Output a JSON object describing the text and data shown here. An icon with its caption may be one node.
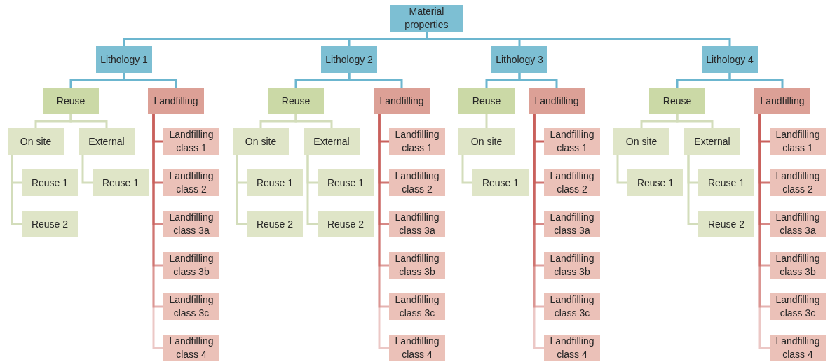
{
  "diagram": {
    "nodes": [
      {
        "text": [
          "Material properties"
        ]
      },
      {
        "text": [
          "Lithology 1"
        ]
      },
      {
        "text": [
          "Lithology 2"
        ]
      },
      {
        "text": [
          "Lithology 3"
        ]
      },
      {
        "text": [
          "Lithology 4"
        ]
      },
      {
        "text": [
          "Reuse"
        ]
      },
      {
        "text": [
          "Landfilling"
        ]
      },
      {
        "text": [
          "On site"
        ]
      },
      {
        "text": [
          "External"
        ]
      },
      {
        "text": [
          "Reuse 1"
        ]
      },
      {
        "text": [
          "Reuse 2"
        ]
      },
      {
        "text": [
          "Reuse 1"
        ]
      },
      {
        "text": [
          "Landfilling class 1"
        ]
      },
      {
        "text": [
          "Landfilling class 2"
        ]
      },
      {
        "text": [
          "Landfilling class 3a"
        ]
      },
      {
        "text": [
          "Landfilling class 3b"
        ]
      },
      {
        "text": [
          "Landfilling class 3c"
        ]
      },
      {
        "text": [
          "Landfilling class 4"
        ]
      },
      {
        "text": [
          "Reuse"
        ]
      },
      {
        "text": [
          "Landfilling"
        ]
      },
      {
        "text": [
          "On site"
        ]
      },
      {
        "text": [
          "External"
        ]
      },
      {
        "text": [
          "Reuse 1"
        ]
      },
      {
        "text": [
          "Reuse 2"
        ]
      },
      {
        "text": [
          "Reuse 1"
        ]
      },
      {
        "text": [
          "Reuse 2"
        ]
      },
      {
        "text": [
          "Landfilling class 1"
        ]
      },
      {
        "text": [
          "Landfilling class 2"
        ]
      },
      {
        "text": [
          "Landfilling class 3a"
        ]
      },
      {
        "text": [
          "Landfilling class 3b"
        ]
      },
      {
        "text": [
          "Landfilling class 3c"
        ]
      },
      {
        "text": [
          "Landfilling class 4"
        ]
      },
      {
        "text": [
          "Reuse"
        ]
      },
      {
        "text": [
          "Landfilling"
        ]
      },
      {
        "text": [
          "On site"
        ]
      },
      {
        "text": [
          "Reuse 1"
        ]
      },
      {
        "text": [
          "Landfilling class 1"
        ]
      },
      {
        "text": [
          "Landfilling class 2"
        ]
      },
      {
        "text": [
          "Landfilling class 3a"
        ]
      },
      {
        "text": [
          "Landfilling class 3b"
        ]
      },
      {
        "text": [
          "Landfilling class 3c"
        ]
      },
      {
        "text": [
          "Landfilling class 4"
        ]
      },
      {
        "text": [
          "Reuse"
        ]
      },
      {
        "text": [
          "Landfilling"
        ]
      },
      {
        "text": [
          "On site"
        ]
      },
      {
        "text": [
          "External"
        ]
      },
      {
        "text": [
          "Reuse 1"
        ]
      },
      {
        "text": [
          "Reuse 1"
        ]
      },
      {
        "text": [
          "Reuse 2"
        ]
      },
      {
        "text": [
          "Landfilling class 1"
        ]
      },
      {
        "text": [
          "Landfilling class 2"
        ]
      },
      {
        "text": [
          "Landfilling class 3a"
        ]
      },
      {
        "text": [
          "Landfilling class 3b"
        ]
      },
      {
        "text": [
          "Landfilling class 3c"
        ]
      },
      {
        "text": [
          "Landfilling class 4"
        ]
      }
    ],
    "edges": [
      {
        "from": 0,
        "to": 1,
        "arrow": "none",
        "color": "#6cb6cf"
      },
      {
        "from": 0,
        "to": 2,
        "arrow": "none",
        "color": "#6cb6cf"
      },
      {
        "from": 0,
        "to": 3,
        "arrow": "none",
        "color": "#6cb6cf"
      },
      {
        "from": 0,
        "to": 4,
        "arrow": "none",
        "color": "#6cb6cf"
      },
      {
        "from": 1,
        "to": 5,
        "arrow": "none",
        "color": "#6cb6cf"
      },
      {
        "from": 1,
        "to": 6,
        "arrow": "none",
        "color": "#6cb6cf"
      },
      {
        "from": 5,
        "to": 7,
        "arrow": "none",
        "color": "#d3ddbb"
      },
      {
        "from": 5,
        "to": 8,
        "arrow": "none",
        "color": "#d3ddbb"
      },
      {
        "from": 7,
        "to": 9,
        "arrow": "none",
        "color": "#d3ddbb"
      },
      {
        "from": 7,
        "to": 10,
        "arrow": "none",
        "color": "#d3ddbb"
      },
      {
        "from": 8,
        "to": 11,
        "arrow": "none",
        "color": "#d3ddbb"
      },
      {
        "from": 6,
        "to": 12,
        "arrow": "none"
      },
      {
        "from": 6,
        "to": 13,
        "arrow": "none"
      },
      {
        "from": 6,
        "to": 14,
        "arrow": "none"
      },
      {
        "from": 6,
        "to": 15,
        "arrow": "none"
      },
      {
        "from": 6,
        "to": 16,
        "arrow": "none"
      },
      {
        "from": 6,
        "to": 17,
        "arrow": "none"
      },
      {
        "from": 2,
        "to": 18,
        "arrow": "none",
        "color": "#6cb6cf"
      },
      {
        "from": 2,
        "to": 19,
        "arrow": "none",
        "color": "#6cb6cf"
      },
      {
        "from": 18,
        "to": 20,
        "arrow": "none",
        "color": "#d3ddbb"
      },
      {
        "from": 18,
        "to": 21,
        "arrow": "none",
        "color": "#d3ddbb"
      },
      {
        "from": 20,
        "to": 22,
        "arrow": "none",
        "color": "#d3ddbb"
      },
      {
        "from": 20,
        "to": 23,
        "arrow": "none",
        "color": "#d3ddbb"
      },
      {
        "from": 21,
        "to": 24,
        "arrow": "none",
        "color": "#d3ddbb"
      },
      {
        "from": 21,
        "to": 25,
        "arrow": "none",
        "color": "#d3ddbb"
      },
      {
        "from": 19,
        "to": 26,
        "arrow": "none"
      },
      {
        "from": 19,
        "to": 27,
        "arrow": "none"
      },
      {
        "from": 19,
        "to": 28,
        "arrow": "none"
      },
      {
        "from": 19,
        "to": 29,
        "arrow": "none"
      },
      {
        "from": 19,
        "to": 30,
        "arrow": "none"
      },
      {
        "from": 19,
        "to": 31,
        "arrow": "none"
      },
      {
        "from": 3,
        "to": 32,
        "arrow": "none",
        "color": "#6cb6cf"
      },
      {
        "from": 3,
        "to": 33,
        "arrow": "none",
        "color": "#6cb6cf"
      },
      {
        "from": 32,
        "to": 34,
        "arrow": "none",
        "color": "#d3ddbb"
      },
      {
        "from": 34,
        "to": 35,
        "arrow": "none",
        "color": "#d3ddbb"
      },
      {
        "from": 33,
        "to": 36,
        "arrow": "none"
      },
      {
        "from": 33,
        "to": 37,
        "arrow": "none"
      },
      {
        "from": 33,
        "to": 38,
        "arrow": "none"
      },
      {
        "from": 33,
        "to": 39,
        "arrow": "none"
      },
      {
        "from": 33,
        "to": 40,
        "arrow": "none"
      },
      {
        "from": 33,
        "to": 41,
        "arrow": "none"
      },
      {
        "from": 4,
        "to": 42,
        "arrow": "none",
        "color": "#6cb6cf"
      },
      {
        "from": 4,
        "to": 43,
        "arrow": "none",
        "color": "#6cb6cf"
      },
      {
        "from": 42,
        "to": 44,
        "arrow": "none",
        "color": "#d3ddbb"
      },
      {
        "from": 42,
        "to": 45,
        "arrow": "none",
        "color": "#d3ddbb"
      },
      {
        "from": 44,
        "to": 46,
        "arrow": "none",
        "color": "#d3ddbb"
      },
      {
        "from": 45,
        "to": 47,
        "arrow": "none",
        "color": "#d3ddbb"
      },
      {
        "from": 45,
        "to": 48,
        "arrow": "none",
        "color": "#d3ddbb"
      },
      {
        "from": 43,
        "to": 49,
        "arrow": "none"
      },
      {
        "from": 43,
        "to": 50,
        "arrow": "none"
      },
      {
        "from": 43,
        "to": 51,
        "arrow": "none"
      },
      {
        "from": 43,
        "to": 52,
        "arrow": "none"
      },
      {
        "from": 43,
        "to": 53,
        "arrow": "none"
      },
      {
        "from": 43,
        "to": 54,
        "arrow": "none"
      }
    ]
  }
}
